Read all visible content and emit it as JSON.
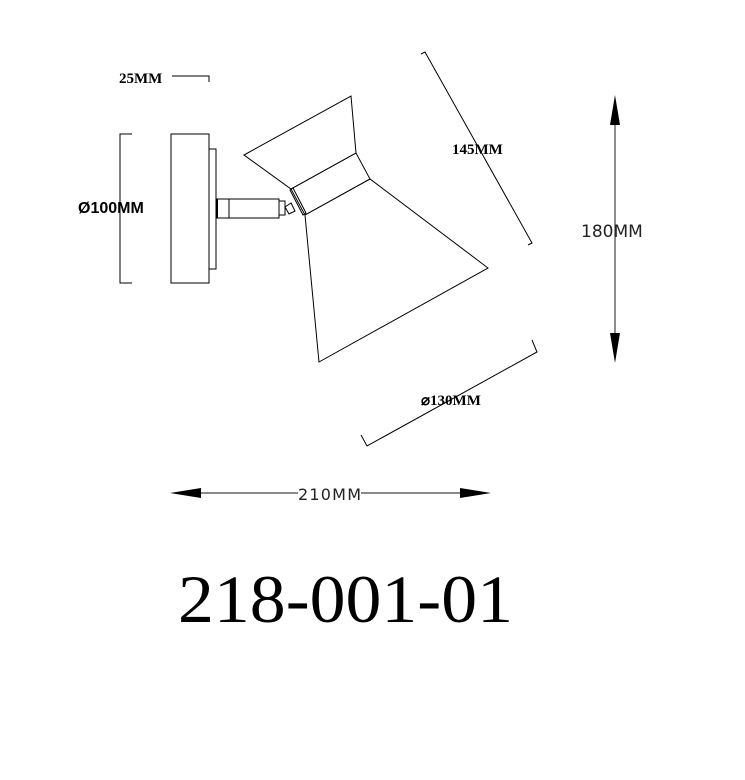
{
  "drawing": {
    "dimensions": {
      "depth_plate": "25MM",
      "plate_diameter": "Ø100MM",
      "shade_length": "145MM",
      "height": "180MM",
      "shade_diameter": "⌀130MM",
      "width": "210MM"
    },
    "model_number": "218-001-01"
  }
}
